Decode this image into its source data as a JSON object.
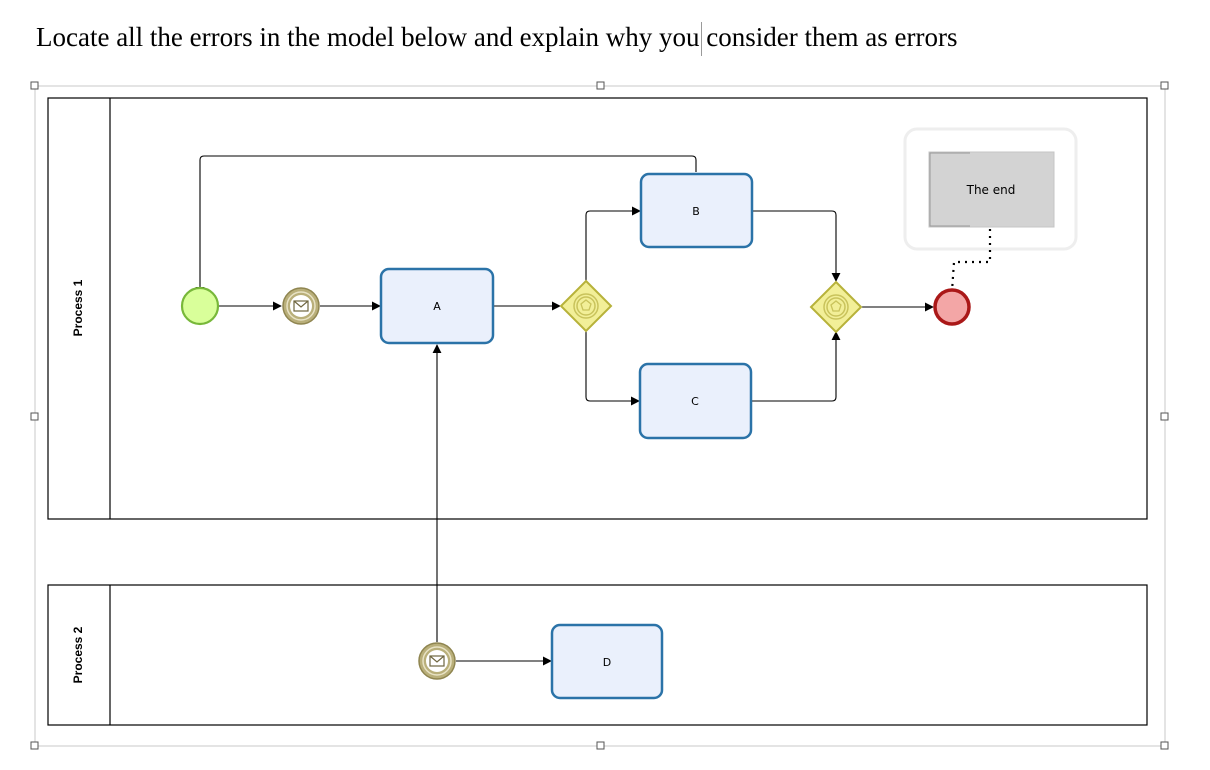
{
  "page": {
    "title": "Locate all the errors in the model below and explain why you consider them as errors"
  },
  "diagram": {
    "pools": [
      {
        "id": "pool-1",
        "label": "Process 1"
      },
      {
        "id": "pool-2",
        "label": "Process 2"
      }
    ],
    "tasks": {
      "a": "A",
      "b": "B",
      "c": "C",
      "d": "D"
    },
    "annotation": "The end",
    "colors": {
      "task_fill": "#eaf0fc",
      "task_stroke": "#2b73a8",
      "start_fill": "#d9ff9a",
      "start_stroke": "#78b83a",
      "end_fill": "#f3a6a6",
      "end_stroke": "#aa1818",
      "gateway_fill": "#f2ef98",
      "gateway_stroke": "#b7b23a",
      "message_event": "#b9af7a"
    }
  }
}
